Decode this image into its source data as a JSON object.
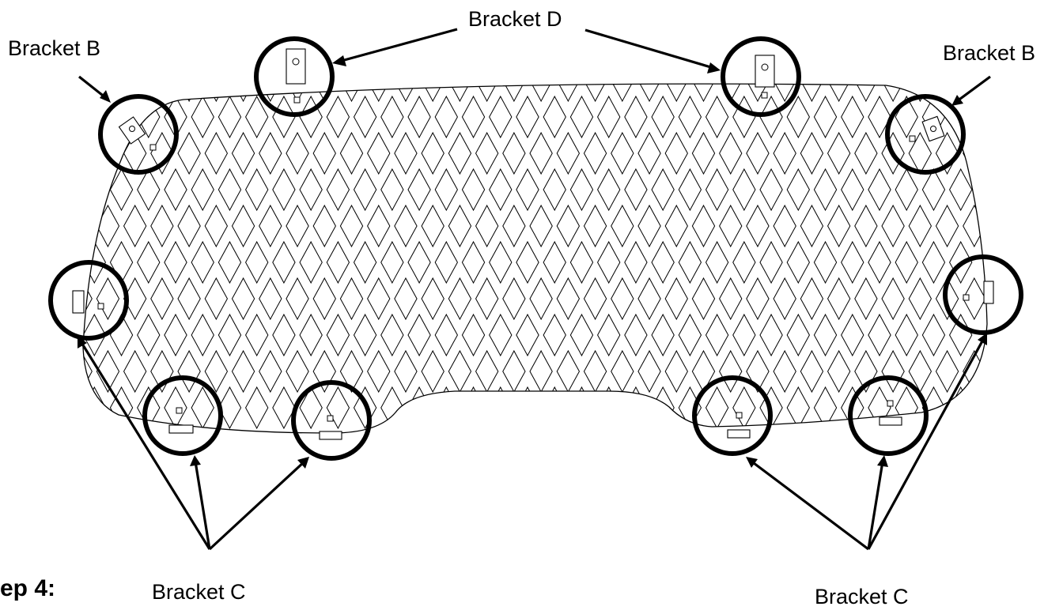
{
  "labels": {
    "bracket_d": "Bracket D",
    "bracket_b": "Bracket B",
    "bracket_c": "Bracket C",
    "step": "ep 4:"
  },
  "colors": {
    "line": "#000000",
    "background": "#ffffff"
  }
}
